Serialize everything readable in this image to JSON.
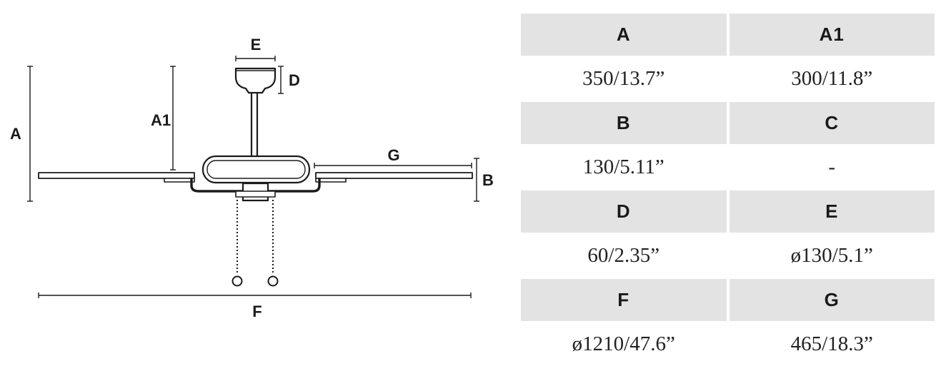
{
  "diagram": {
    "labels": {
      "A": "A",
      "A1": "A1",
      "B": "B",
      "D": "D",
      "E": "E",
      "F": "F",
      "G": "G"
    }
  },
  "table": {
    "rows": [
      {
        "left_label": "A",
        "right_label": "A1",
        "left_value": "350/13.7”",
        "right_value": "300/11.8”"
      },
      {
        "left_label": "B",
        "right_label": "C",
        "left_value": "130/5.11”",
        "right_value": "-"
      },
      {
        "left_label": "D",
        "right_label": "E",
        "left_value": "60/2.35”",
        "right_value": "ø130/5.1”"
      },
      {
        "left_label": "F",
        "right_label": "G",
        "left_value": "ø1210/47.6”",
        "right_value": "465/18.3”"
      }
    ]
  },
  "colors": {
    "label_cell_bg": "#e3e3e3",
    "line": "#1a1a1a"
  }
}
